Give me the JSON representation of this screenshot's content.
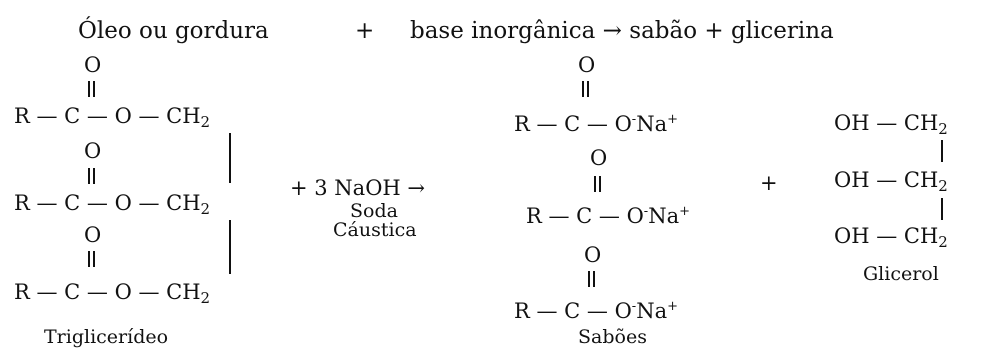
{
  "equation": {
    "oil": "Óleo ou gordura",
    "plus": "+",
    "rest": "base inorgânica → sabão + glicerina"
  },
  "triglyceride": {
    "oxygen": "O",
    "row": "R — C — O — CH",
    "sub": "2",
    "label": "Triglicerídeo"
  },
  "reagent": {
    "text": "+ 3 NaOH →",
    "name_line1": "Soda",
    "name_line2": "Cáustica"
  },
  "soap": {
    "oxygen": "O",
    "row": "R — C — O",
    "minus": "-",
    "na": "Na",
    "plus": "+",
    "label": "Sabões"
  },
  "plus_sign": "+",
  "glycerol": {
    "row": "OH — CH",
    "sub": "2",
    "label": "Glicerol"
  }
}
